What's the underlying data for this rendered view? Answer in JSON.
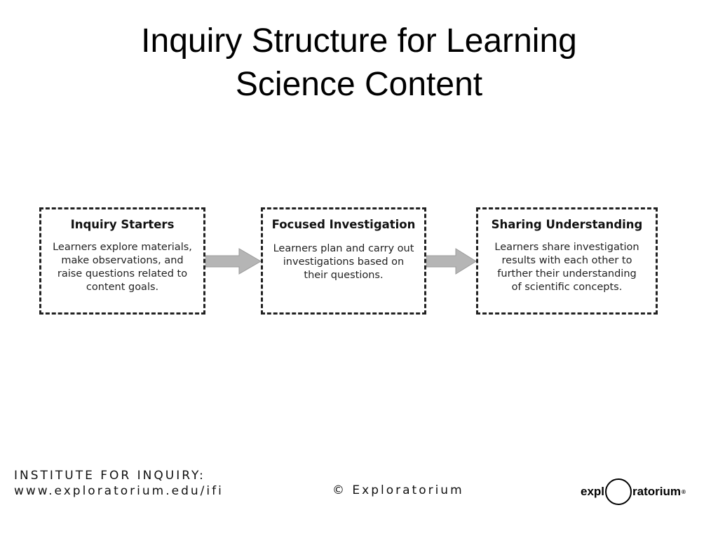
{
  "title": {
    "line1": "Inquiry Structure for Learning",
    "line2": "Science Content"
  },
  "steps": [
    {
      "heading": "Inquiry Starters",
      "text": "Learners explore materials, make observations, and raise questions related to content goals."
    },
    {
      "heading": "Focused Investigation",
      "text": "Learners plan and carry out investigations based on their questions."
    },
    {
      "heading": "Sharing Understanding",
      "text": "Learners share investigation results with each other to further their understanding of scientific concepts."
    }
  ],
  "footer": {
    "institute_line1": "INSTITUTE FOR INQUIRY:",
    "institute_line2": "www.exploratorium.edu/ifi",
    "copyright": "© Exploratorium",
    "logo_left": "expl",
    "logo_right": "ratorium",
    "logo_mark": "®"
  },
  "colors": {
    "arrow_fill": "#b5b5b5",
    "border": "#222222"
  }
}
